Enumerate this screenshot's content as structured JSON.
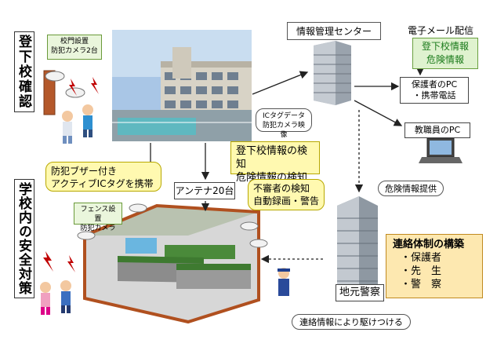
{
  "labels": {
    "toukou": "登下校確認",
    "gakkounai": "学校内の安全対策"
  },
  "gate_camera": {
    "line1": "校門設置",
    "line2": "防犯カメラ2台"
  },
  "fence_camera": {
    "line1": "フェンス設置",
    "line2": "防犯カメラ"
  },
  "center_title": "情報管理センター",
  "email_title": "電子メール配信",
  "email_info": {
    "line1": "登下校情報",
    "line2": "危険情報"
  },
  "parent_pc": {
    "line1": "保護者のPC",
    "line2": "・携帯電話"
  },
  "teacher_pc": "教職員のPC",
  "ic_tag_callout": {
    "line1": "ICタグデータ",
    "line2": "防犯カメラ映像"
  },
  "detect_callout": {
    "line1": "登下校情報の検知",
    "line2": "危険情報の検知"
  },
  "buzzer_callout": {
    "line1": "防犯ブザー付き",
    "line2": "アクティブICタグを携帯"
  },
  "antenna": "アンテナ20台",
  "intruder_callout": {
    "line1": "不審者の検知",
    "line2": "自動録画・警告"
  },
  "danger_provide": "危険情報提供",
  "contact_system": {
    "title": "連絡体制の構築",
    "items": [
      "・保護者",
      "・先　生",
      "・警　察"
    ]
  },
  "police": "地元警察",
  "rush_callout": "連絡情報により駆けつける"
}
